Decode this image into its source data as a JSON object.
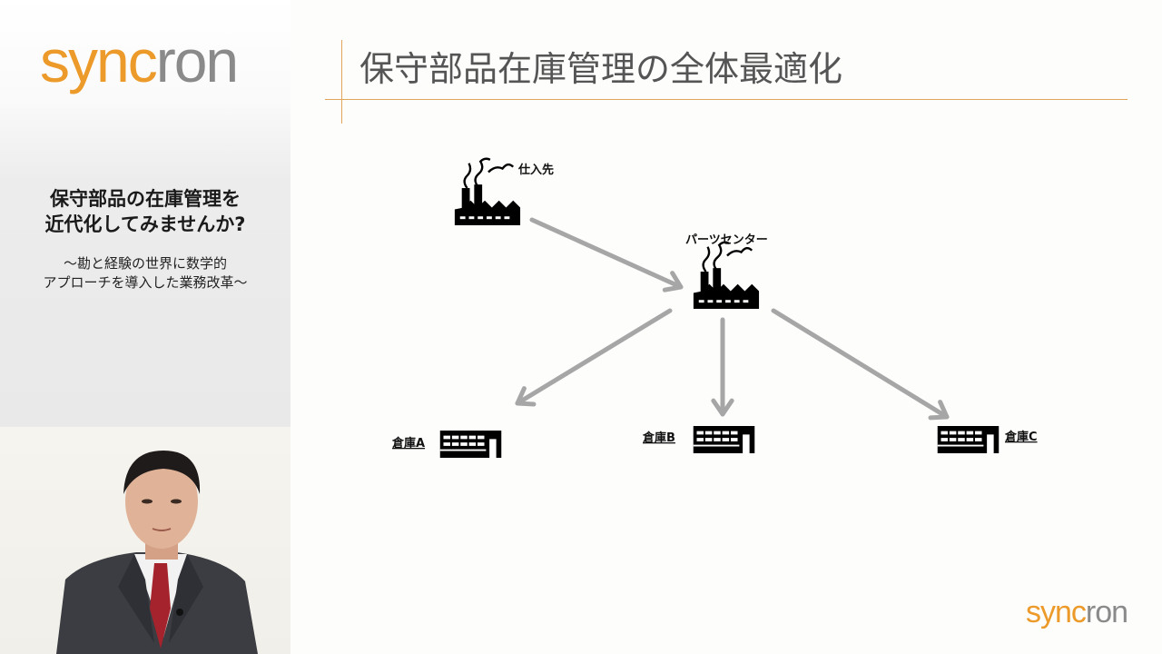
{
  "brand": {
    "logo_sync": "sync",
    "logo_ron": "ron",
    "accent_color": "#ec9a2a",
    "gray_color": "#8a8a8a"
  },
  "left_panel": {
    "title_lines": [
      "保守部品の在庫管理を",
      "近代化してみませんか?"
    ],
    "subtitle_lines": [
      "〜勘と経験の世界に数学的",
      "アプローチを導入した業務改革〜"
    ]
  },
  "slide": {
    "title": "保守部品在庫管理の全体最適化",
    "nodes": {
      "supplier": {
        "label": "仕入先",
        "icon": "factory-icon"
      },
      "parts_center": {
        "label": "パーツセンター",
        "icon": "factory-icon"
      },
      "warehouse_a": {
        "label": "倉庫A",
        "icon": "warehouse-icon"
      },
      "warehouse_b": {
        "label": "倉庫B",
        "icon": "warehouse-icon"
      },
      "warehouse_c": {
        "label": "倉庫C",
        "icon": "warehouse-icon"
      }
    },
    "edges": [
      {
        "from": "supplier",
        "to": "parts_center"
      },
      {
        "from": "parts_center",
        "to": "warehouse_a"
      },
      {
        "from": "parts_center",
        "to": "warehouse_b"
      },
      {
        "from": "parts_center",
        "to": "warehouse_c"
      }
    ],
    "arrow_color": "#a6a6a6"
  }
}
